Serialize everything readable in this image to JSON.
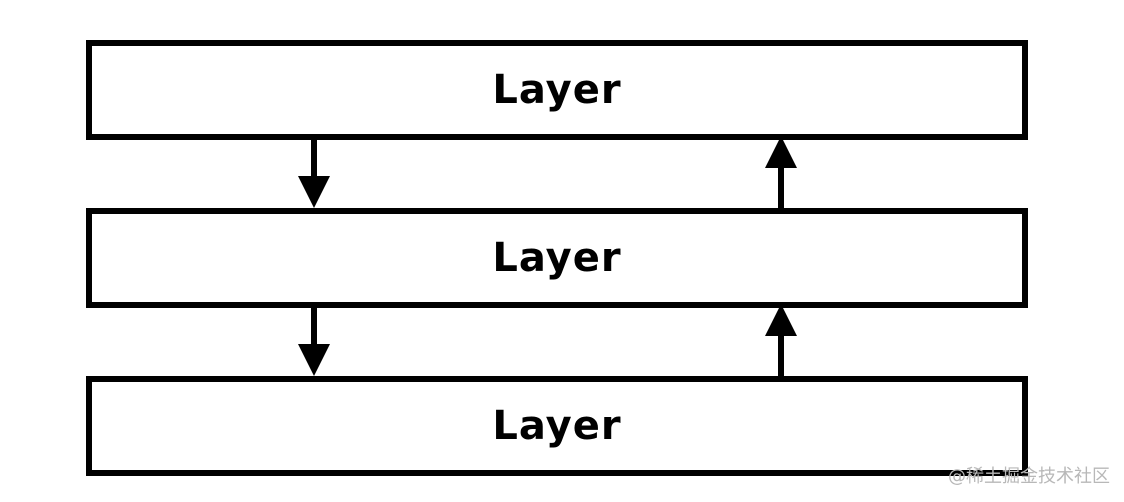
{
  "diagram": {
    "layers": [
      {
        "label": "Layer"
      },
      {
        "label": "Layer"
      },
      {
        "label": "Layer"
      }
    ],
    "arrows": [
      {
        "from": 0,
        "to": 1,
        "direction": "down"
      },
      {
        "from": 1,
        "to": 0,
        "direction": "up"
      },
      {
        "from": 1,
        "to": 2,
        "direction": "down"
      },
      {
        "from": 2,
        "to": 1,
        "direction": "up"
      }
    ],
    "stroke_color": "#000000"
  },
  "watermark": {
    "text": "@稀土掘金技术社区"
  }
}
